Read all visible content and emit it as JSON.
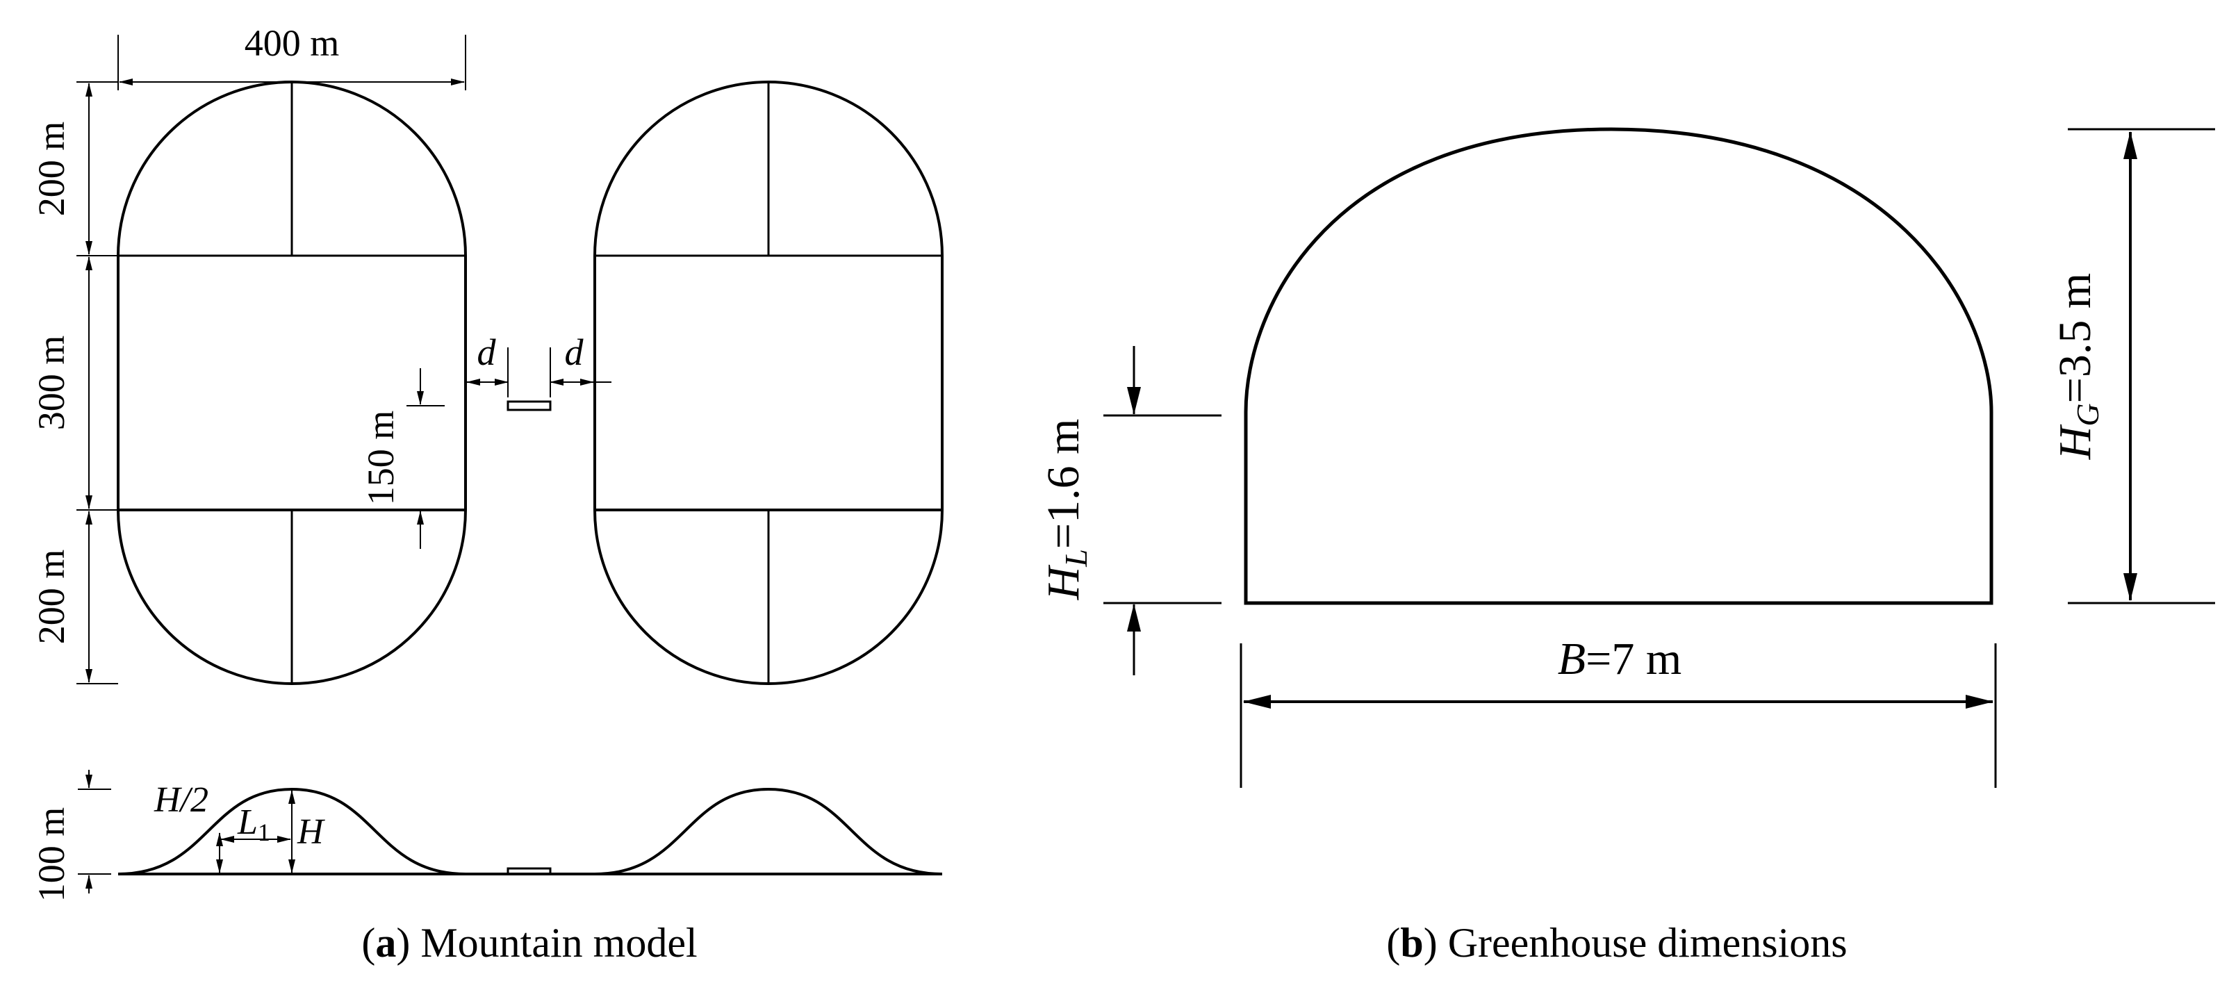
{
  "panel_a": {
    "caption_letter": "a",
    "caption_text": " Mountain model",
    "dim_width": "400 m",
    "dim_top_cap": "200 m",
    "dim_middle": "300 m",
    "dim_bottom_cap": "200 m",
    "dim_offset": "150 m",
    "gap_label_left": "d",
    "gap_label_right": "d",
    "profile_height_dim": "100 m",
    "profile_half_height": "H/2",
    "profile_length_main": "L",
    "profile_length_sub": "1",
    "profile_height": "H"
  },
  "panel_b": {
    "caption_letter": "b",
    "caption_text": " Greenhouse dimensions",
    "hl_main": "H",
    "hl_sub": "L",
    "hl_value": "=1.6 m",
    "hg_main": "H",
    "hg_sub": "G",
    "hg_value": "=3.5 m",
    "b_main": "B",
    "b_value": "=7 m"
  }
}
